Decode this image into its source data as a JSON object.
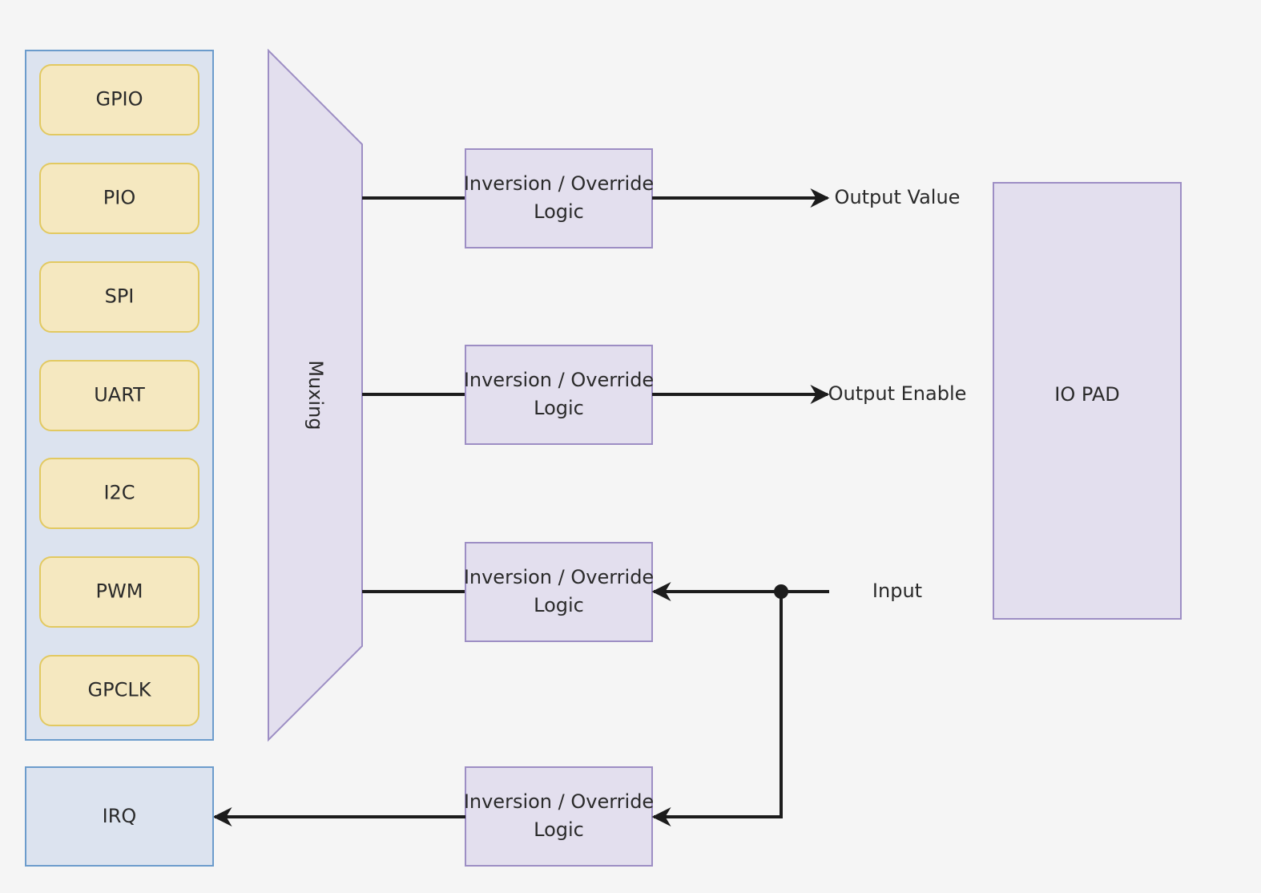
{
  "peripherals": [
    {
      "id": "gpio",
      "label": "GPIO"
    },
    {
      "id": "pio",
      "label": "PIO"
    },
    {
      "id": "spi",
      "label": "SPI"
    },
    {
      "id": "uart",
      "label": "UART"
    },
    {
      "id": "i2c",
      "label": "I2C"
    },
    {
      "id": "pwm",
      "label": "PWM"
    },
    {
      "id": "gpclk",
      "label": "GPCLK"
    }
  ],
  "mux": {
    "label": "Muxing"
  },
  "logic_blocks": [
    {
      "id": "output-value",
      "line1": "Inversion / Override",
      "line2": "Logic"
    },
    {
      "id": "output-enable",
      "line1": "Inversion / Override",
      "line2": "Logic"
    },
    {
      "id": "input",
      "line1": "Inversion / Override",
      "line2": "Logic"
    },
    {
      "id": "irq",
      "line1": "Inversion / Override",
      "line2": "Logic"
    }
  ],
  "signals": {
    "output_value": "Output Value",
    "output_enable": "Output Enable",
    "input": "Input"
  },
  "io_pad": {
    "label": "IO PAD"
  },
  "irq": {
    "label": "IRQ"
  },
  "colors": {
    "background": "#f5f5f5",
    "peripheral_group_fill": "#dce3ef",
    "peripheral_group_stroke": "#6c9ccc",
    "peripheral_fill": "#f5e8c0",
    "peripheral_stroke": "#e2c961",
    "logic_fill": "#e3dfee",
    "logic_stroke": "#9d8ec4",
    "wire": "#1c1c1c"
  }
}
